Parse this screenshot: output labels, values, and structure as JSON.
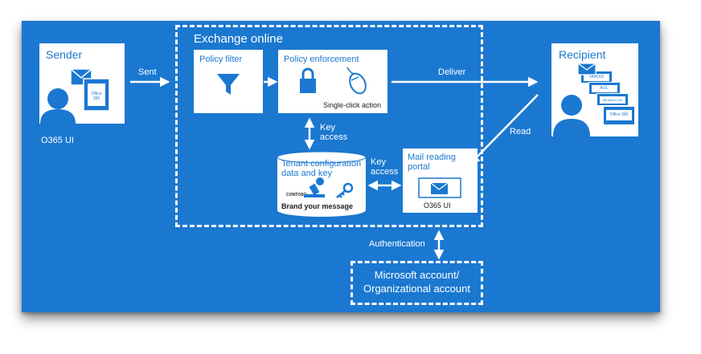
{
  "colors": {
    "background": "#1b78d0",
    "foreground": "#ffffff"
  },
  "sender": {
    "title": "Sender",
    "badge": "Office 365",
    "caption": "O365 UI"
  },
  "recipient": {
    "title": "Recipient",
    "cards": [
      "YAHOO!",
      "AOL.",
      "Windows Live",
      "Office 365"
    ]
  },
  "exchange": {
    "title": "Exchange online"
  },
  "policy_filter": {
    "title": "Policy filter"
  },
  "policy_enforcement": {
    "title": "Policy enforcement",
    "caption": "Single-click action"
  },
  "tenant": {
    "title_line1": "Tenant configuration",
    "title_line2": "data and key",
    "logo": "CONTOSO",
    "caption": "Brand your message"
  },
  "portal": {
    "title_line1": "Mail reading",
    "title_line2": "portal",
    "caption": "O365 UI"
  },
  "arrows": {
    "sent": "Sent",
    "deliver": "Deliver",
    "read": "Read",
    "key_access_1_line1": "Key",
    "key_access_1_line2": "access",
    "key_access_2_line1": "Key",
    "key_access_2_line2": "access",
    "authentication": "Authentication"
  },
  "account": {
    "line1": "Microsoft account/",
    "line2": "Organizational account"
  }
}
